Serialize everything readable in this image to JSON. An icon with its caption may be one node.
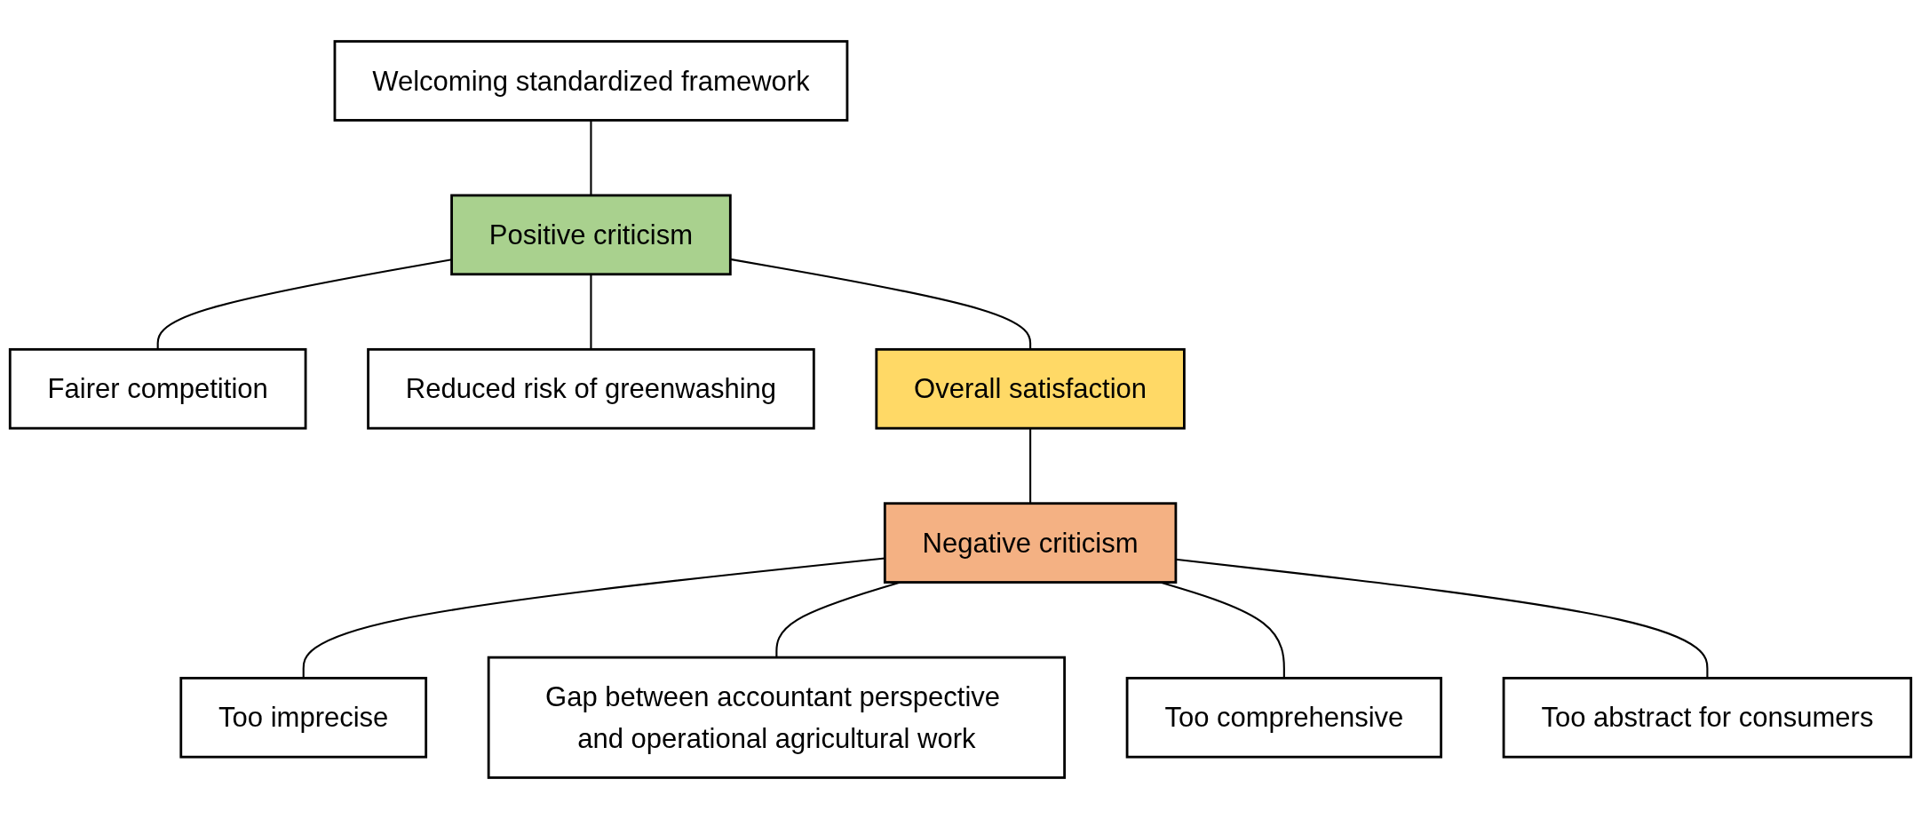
{
  "diagram": {
    "nodes": [
      {
        "text": [
          "Welcoming standardized framework"
        ]
      },
      {
        "text": [
          "Positive criticism"
        ]
      },
      {
        "text": [
          "Fairer competition"
        ]
      },
      {
        "text": [
          "Reduced risk of greenwashing"
        ]
      },
      {
        "text": [
          "Overall satisfaction"
        ]
      },
      {
        "text": [
          "Too imprecise"
        ]
      },
      {
        "text": [
          "Negative criticism"
        ]
      },
      {
        "text": [
          "Gap between accountant perspective and operational agricultural work"
        ]
      },
      {
        "text": [
          "Too comprehensive"
        ]
      },
      {
        "text": [
          "Too abstract for consumers"
        ]
      }
    ],
    "edges": [
      {
        "from": 0,
        "to": 1,
        "arrow": "none"
      },
      {
        "from": 1,
        "to": 2,
        "arrow": "none"
      },
      {
        "from": 1,
        "to": 3,
        "arrow": "none"
      },
      {
        "from": 1,
        "to": 4,
        "arrow": "none"
      },
      {
        "from": 4,
        "to": 6,
        "arrow": "none"
      },
      {
        "from": 6,
        "to": 5,
        "arrow": "none"
      },
      {
        "from": 6,
        "to": 7,
        "arrow": "none"
      },
      {
        "from": 6,
        "to": 8,
        "arrow": "none"
      },
      {
        "from": 6,
        "to": 9,
        "arrow": "none"
      }
    ]
  }
}
